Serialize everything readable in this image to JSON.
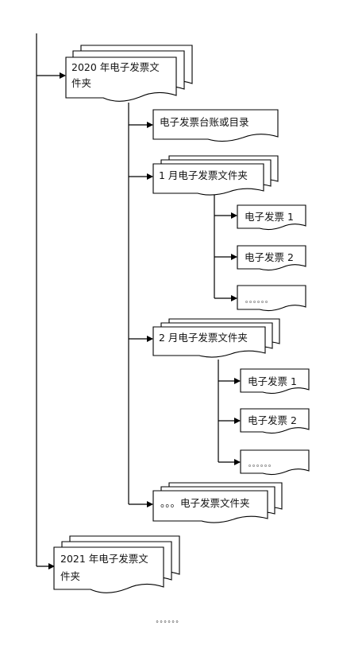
{
  "tree": {
    "folder_2020": {
      "line1": "2020  年电子发票文",
      "line2": "件夹"
    },
    "ledger": "电子发票台账或目录",
    "month_1_folder": "1 月电子发票文件夹",
    "month_1_items": [
      "电子发票 1",
      "电子发票 2",
      "。。。。。。"
    ],
    "month_2_folder": "2 月电子发票文件夹",
    "month_2_items": [
      "电子发票 1",
      "电子发票 2",
      "。。。。。。"
    ],
    "more_folders": "。。。电子发票文件夹",
    "folder_2021": {
      "line1": "2021  年电子发票文",
      "line2": "件夹"
    }
  },
  "footer_ellipsis": "。。。。。。",
  "colors": {
    "stroke": "#000000",
    "fill": "#ffffff",
    "text": "#111111"
  }
}
